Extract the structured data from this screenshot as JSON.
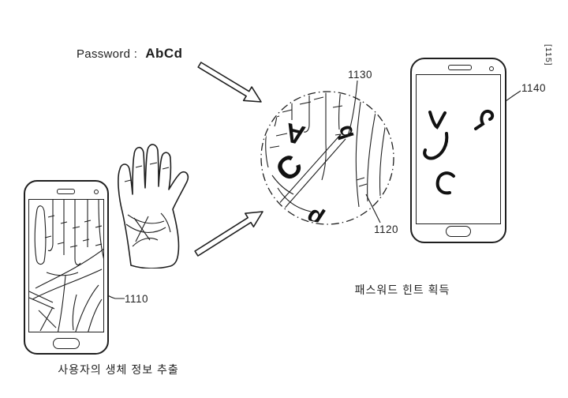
{
  "figure": {
    "password": {
      "label": "Password :",
      "value": "AbCd"
    },
    "left_phone": {
      "ref": "1110",
      "caption": "사용자의 생체 정보 추출"
    },
    "magnifier": {
      "ref_top": "1130",
      "ref_bottom": "1120",
      "hidden_letters": [
        "A",
        "C",
        "b",
        "d"
      ]
    },
    "right_phone": {
      "ref": "1140",
      "caption": "패스워드 힌트 획득"
    },
    "margin_note": "[115]",
    "colors": {
      "line": "#1f1f1f",
      "ink": "#111111",
      "background": "#ffffff"
    }
  }
}
